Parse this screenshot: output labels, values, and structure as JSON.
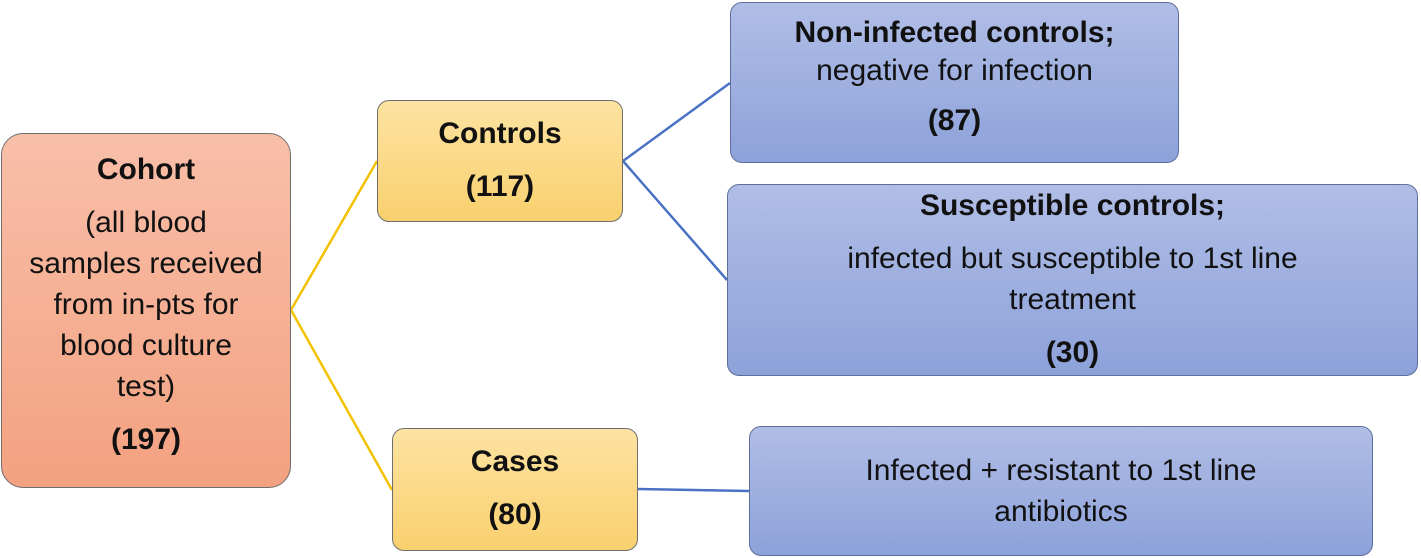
{
  "diagram": {
    "nodes": {
      "cohort": {
        "title": "Cohort",
        "lines": [
          "(all blood",
          "samples received",
          "from in-pts for",
          "blood culture",
          "test)"
        ],
        "count": "(197)"
      },
      "controls": {
        "title": "Controls",
        "count": "(117)"
      },
      "cases": {
        "title": "Cases",
        "count": "(80)"
      },
      "noninfected": {
        "title": "Non-infected controls;",
        "description": "negative for infection",
        "count": "(87)"
      },
      "susceptible": {
        "title": "Susceptible controls;",
        "lines": [
          "infected but susceptible to 1st line",
          "treatment"
        ],
        "count": "(30)"
      },
      "resistant": {
        "lines": [
          "Infected + resistant to 1st line",
          "antibiotics"
        ]
      }
    },
    "colors": {
      "orange_box": "#f3a180",
      "yellow_box": "#f9d06e",
      "blue_box": "#8da2da",
      "yellow_connector": "#f2c200",
      "blue_connector": "#4a72c4"
    }
  }
}
